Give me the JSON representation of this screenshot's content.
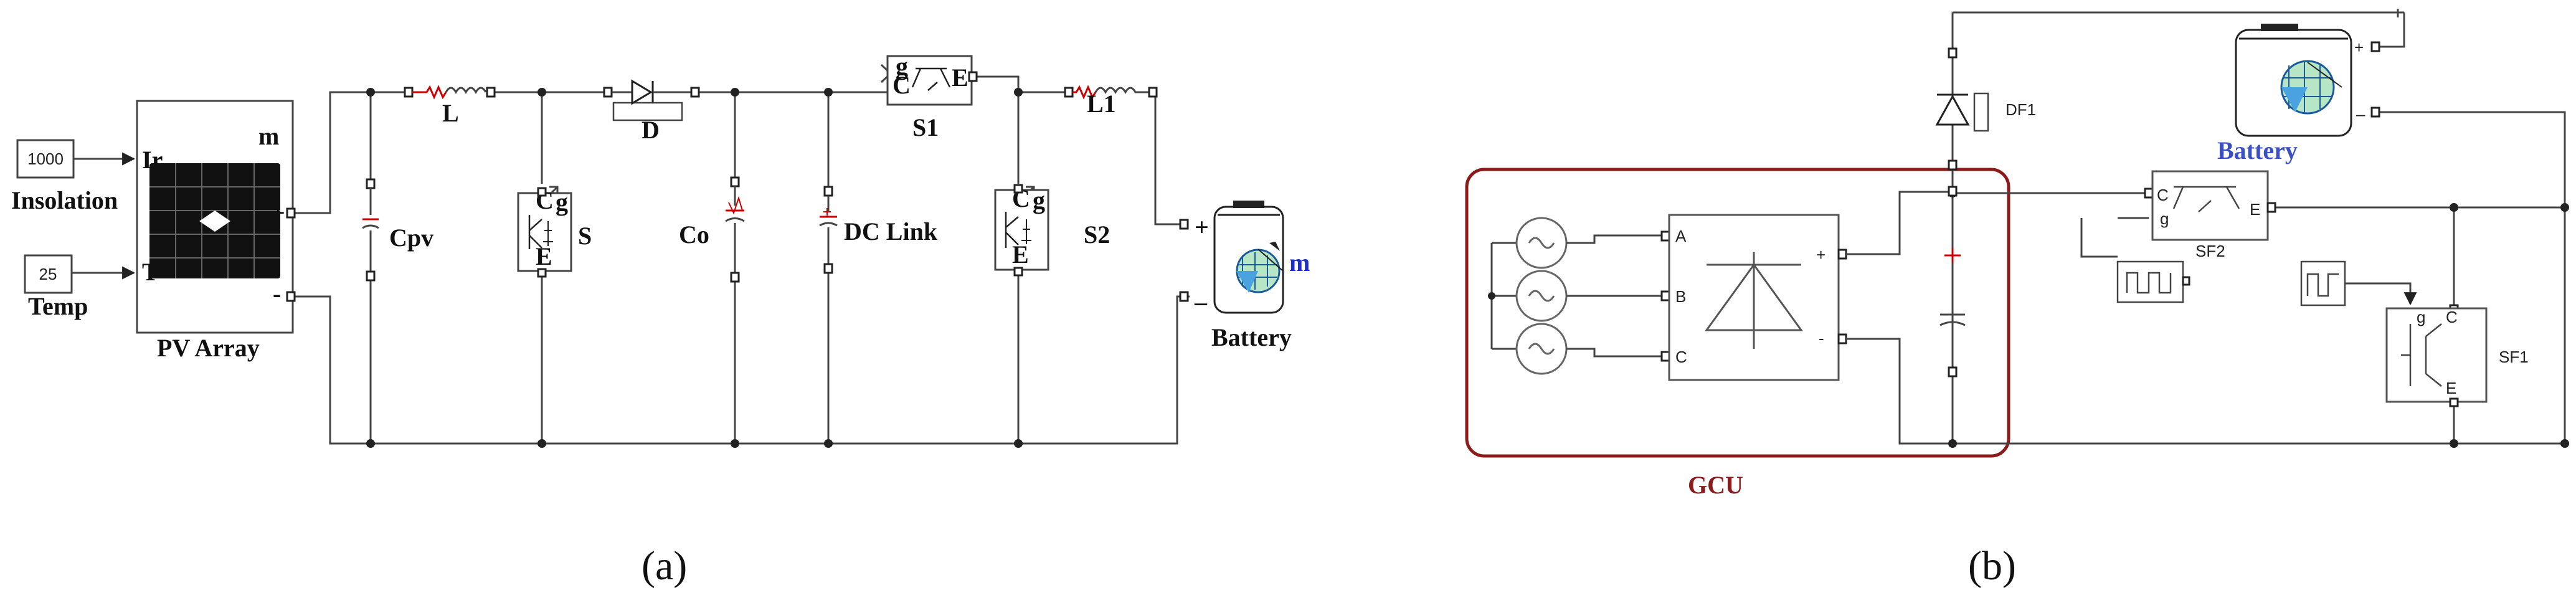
{
  "panel_a": {
    "caption": "(a)",
    "insolation_value": "1000",
    "insolation_label": "Insolation",
    "temp_value": "25",
    "temp_label": "Temp",
    "pv_port_ir": "Ir",
    "pv_port_t": "T",
    "pv_port_m": "m",
    "pv_port_plus": "+",
    "pv_port_minus": "-",
    "pv_label": "PV Array",
    "cpv_label": "Cpv",
    "inductor_label": "L",
    "diode_label": "D",
    "switch_s_label": "S",
    "co_label": "Co",
    "dclink_label": "DC Link",
    "s1_label": "S1",
    "s2_label": "S2",
    "l1_label": "L1",
    "battery_label": "Battery",
    "battery_plus": "+",
    "battery_minus": "–",
    "battery_m": "m",
    "pin_g": "g",
    "pin_c": "C",
    "pin_e": "E"
  },
  "panel_b": {
    "caption": "(b)",
    "gcu_label": "GCU",
    "phase_a": "A",
    "phase_b": "B",
    "phase_c": "C",
    "rect_plus": "+",
    "rect_minus": "-",
    "df1_label": "DF1",
    "battery_label": "Battery",
    "battery_plus": "+",
    "battery_minus": "–",
    "sf2_label": "SF2",
    "sf1_label": "SF1",
    "pin_c": "C",
    "pin_g": "g",
    "pin_e": "E"
  },
  "colors": {
    "gcu_border": "#8b1a1a",
    "battery_label_blue": "#3b4fc4",
    "battery_m_blue": "#1f2fc8",
    "capacitor_red": "#cc0000"
  }
}
